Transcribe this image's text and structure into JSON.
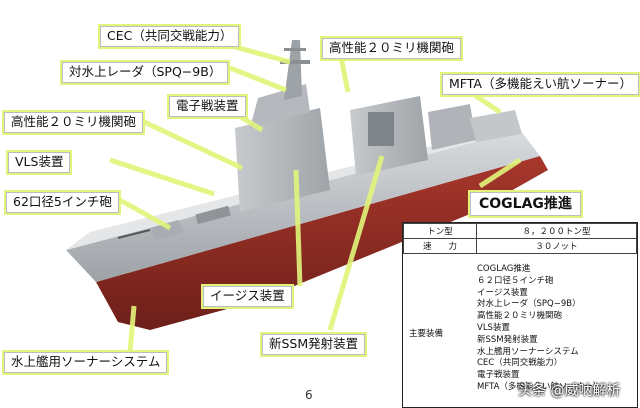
{
  "callouts": {
    "cec": "CEC（共同交戦能力）",
    "ciws_fwd": "高性能２０ミリ機関砲",
    "ssm_radar": "対水上レーダ（SPQ−9B）",
    "ew": "電子戦装置",
    "ciws_aft": "高性能２０ミリ機関砲",
    "mfta": "MFTA（多機能えい航ソーナー）",
    "vls": "VLS装置",
    "gun": "62口径5インチ砲",
    "coglag": "COGLAG推進",
    "aegis": "イージス装置",
    "new_ssm": "新SSM発射装置",
    "sonar": "水上艦用ソーナーシステム"
  },
  "spec_table": {
    "rows": [
      {
        "key": "トン型",
        "value": "８，２００トン型"
      },
      {
        "key": "速　　力",
        "value": "３０ノット"
      }
    ],
    "equip_key": "主要装備",
    "equipment": [
      "COGLAG推進",
      "６２口径５インチ砲",
      "イージス装置",
      "対水上レーダ（SPQ−9B）",
      "高性能２０ミリ機関砲",
      "VLS装置",
      "新SSM発射装置",
      "水上艦用ソーナーシステム",
      "CEC（共同交戦能力）",
      "電子戦装置",
      "MFTA（多機能えい航ソーナー）"
    ]
  },
  "page_number": "6",
  "watermark": "头条 @威呐解析",
  "colors": {
    "callout_glow": "#e2f57a",
    "hull_gray": "#b8bcc0",
    "hull_red": "#8e2a22"
  }
}
